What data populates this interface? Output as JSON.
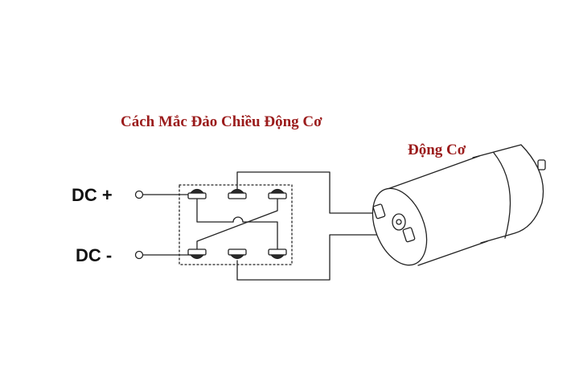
{
  "diagram": {
    "title": "Cách Mắc Đảo Chiều Động Cơ",
    "motor_label": "Động Cơ",
    "terminals": {
      "positive": "DC +",
      "negative": "DC -"
    }
  },
  "colors": {
    "label_red": "#9b1c1c",
    "line": "#222222",
    "background": "#ffffff"
  }
}
